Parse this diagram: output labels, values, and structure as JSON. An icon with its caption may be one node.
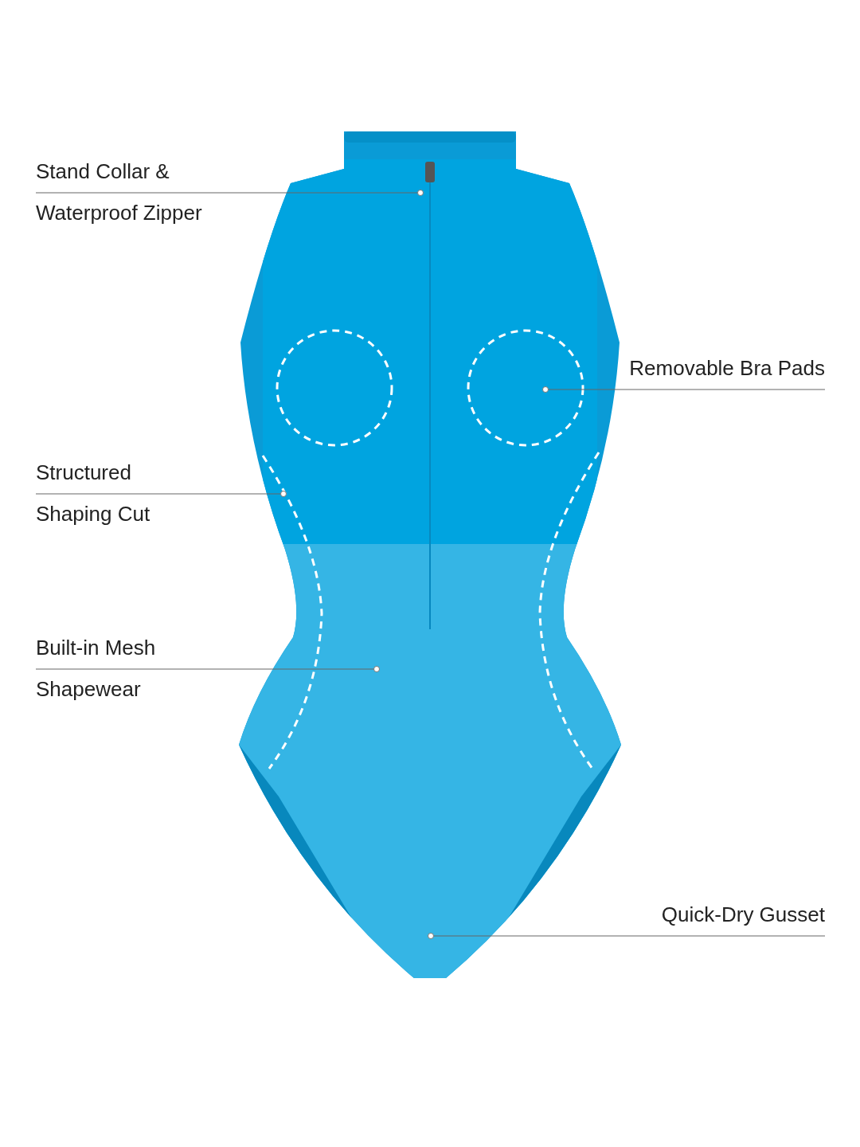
{
  "diagram": {
    "nodes": [
      {
        "text": [
          "Stand Collar & Waterproof Zipper"
        ]
      },
      {
        "text": [
          "Removable Bra Pads"
        ]
      },
      {
        "text": [
          "Structured Shaping Cut"
        ]
      },
      {
        "text": [
          "Built-in Mesh Shapewear"
        ]
      },
      {
        "text": [
          "Quick-Dry Gusset"
        ]
      }
    ],
    "edges": [
      {
        "from": 0,
        "to": null,
        "arrow": "other"
      },
      {
        "from": 1,
        "to": null,
        "arrow": "other"
      },
      {
        "from": 2,
        "to": null,
        "arrow": "other"
      },
      {
        "from": 3,
        "to": null,
        "arrow": "other"
      },
      {
        "from": 4,
        "to": null,
        "arrow": "other"
      }
    ]
  }
}
